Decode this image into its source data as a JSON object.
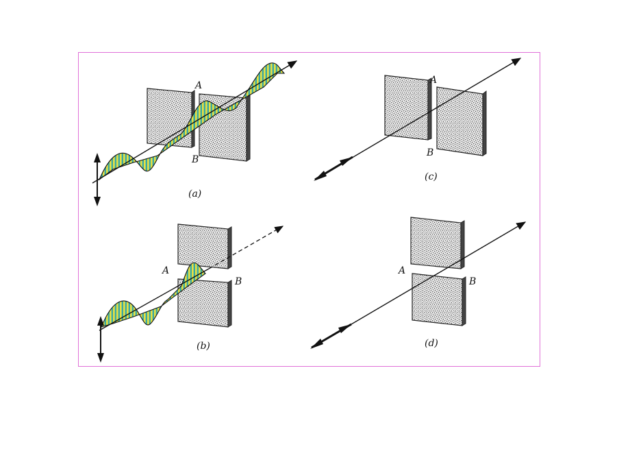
{
  "panels": {
    "a": {
      "caption": "(a)",
      "slot_top_label": "A",
      "slot_bottom_label": "B"
    },
    "b": {
      "caption": "(b)",
      "slot_left_label": "A",
      "slot_right_label": "B"
    },
    "c": {
      "caption": "(c)",
      "slot_top_label": "A",
      "slot_bottom_label": "B"
    },
    "d": {
      "caption": "(d)",
      "slot_left_label": "A",
      "slot_right_label": "B"
    }
  },
  "colors": {
    "border": "#e070d8",
    "wave_yellow": "#e8e040",
    "wave_teal": "#38a8a0",
    "ink": "#111111"
  }
}
